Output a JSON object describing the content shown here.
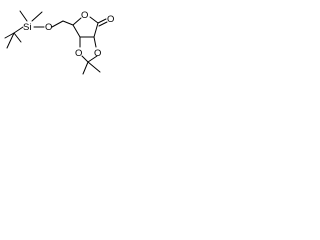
{
  "molecule": {
    "atoms": {
      "si": "Si",
      "o_ether": "O",
      "o_ring_lactone": "O",
      "o_carbonyl": "O",
      "o_diox_left": "O",
      "o_diox_right": "O"
    }
  },
  "colors": {
    "bond": "#000000",
    "background": "#ffffff"
  }
}
